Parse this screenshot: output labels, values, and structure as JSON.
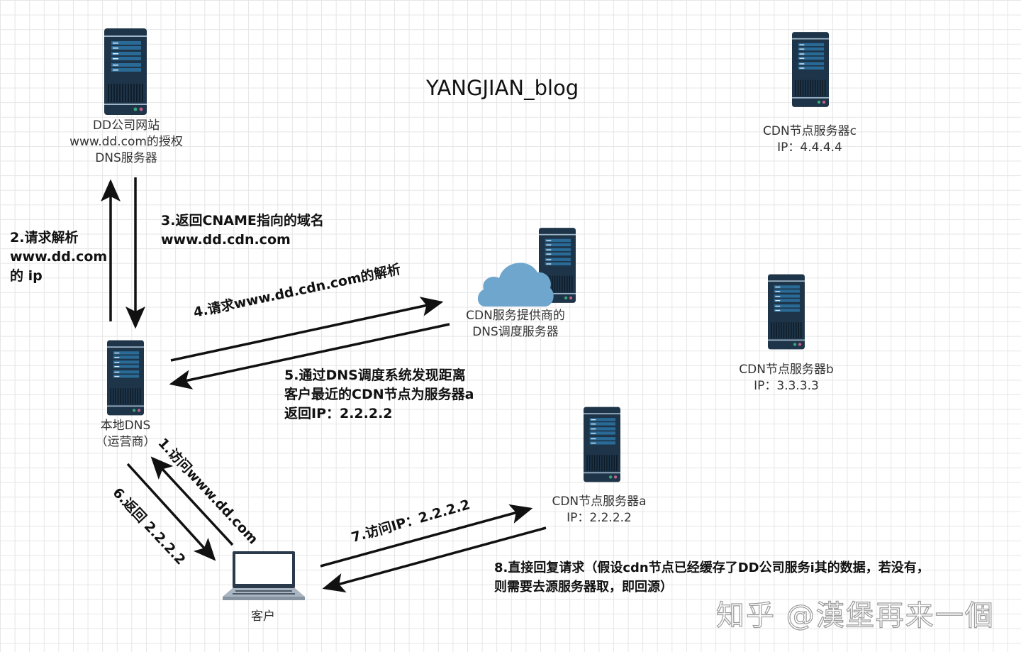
{
  "title": "YANGJIAN_blog",
  "nodes": {
    "auth_dns": {
      "lines": [
        "DD公司网站",
        "www.dd.com的授权",
        "DNS服务器"
      ]
    },
    "local_dns": {
      "lines": [
        "本地DNS",
        "（运营商）"
      ]
    },
    "cdn_dns": {
      "lines": [
        "CDN服务提供商的",
        "DNS调度服务器"
      ]
    },
    "cdn_a": {
      "lines": [
        "CDN节点服务器a",
        "IP：2.2.2.2"
      ]
    },
    "cdn_b": {
      "lines": [
        "CDN节点服务器b",
        "IP：3.3.3.3"
      ]
    },
    "cdn_c": {
      "lines": [
        "CDN节点服务器c",
        "IP：4.4.4.4"
      ]
    },
    "client": {
      "lines": [
        "客户"
      ]
    }
  },
  "steps": {
    "s1": "1.访问www.dd.com",
    "s2": [
      "2.请求解析",
      "www.dd.com",
      "的 ip"
    ],
    "s3": [
      "3.返回CNAME指向的域名",
      "www.dd.cdn.com"
    ],
    "s4": "4.请求www.dd.cdn.com的解析",
    "s5": [
      "5.通过DNS调度系统发现距离",
      "客户最近的CDN节点为服务器a",
      "返回IP：2.2.2.2"
    ],
    "s6": "6.返回 2.2.2.2",
    "s7": "7.访问IP：2.2.2.2",
    "s8": [
      "8.直接回复请求（假设cdn节点已经缓存了DD公司服务i其的数据，若没有，",
      "则需要去源服务器取，即回源）"
    ]
  },
  "watermark": "知乎 @漢堡再来一個",
  "colors": {
    "server_body": "#1e3448",
    "server_panel": "#2a6a96",
    "cloud": "#6fa6cd",
    "arrow": "#111111"
  }
}
